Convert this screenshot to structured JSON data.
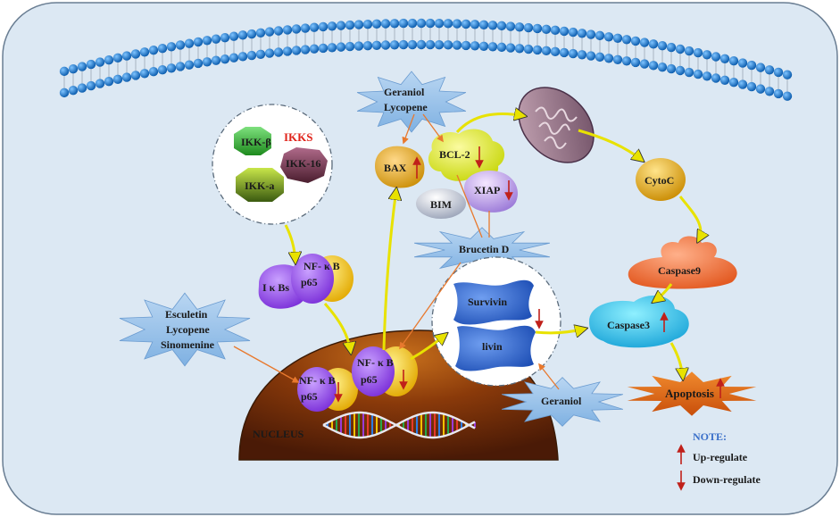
{
  "labels": {
    "ikks": "IKKS",
    "ikk_beta": "IKK-β",
    "ikk_16": "IKK-16",
    "ikk_a": "IKK-a",
    "geraniol_lycopene_top_1": "Geraniol",
    "geraniol_lycopene_top_2": "Lycopene",
    "bax": "BAX",
    "bcl2": "BCL-2",
    "bim": "BIM",
    "xiap": "XIAP",
    "cytoc": "CytoC",
    "caspase9": "Caspase9",
    "caspase3": "Caspase3",
    "apoptosis": "Apoptosis",
    "brucetin_d": "Brucetin D",
    "survivin": "Survivin",
    "livin": "livin",
    "ikbs": "I κ Bs",
    "nfkb_cyto_1": "NF- κ B",
    "nfkb_cyto_2": "p65",
    "nfkb_nuc1_1": "NF- κ B",
    "nfkb_nuc1_2": "p65",
    "nfkb_nuc2_1": "NF- κ B",
    "nfkb_nuc2_2": "p65",
    "esculetin_1": "Esculetin",
    "esculetin_2": "Lycopene",
    "esculetin_3": "Sinomenine",
    "geraniol_bottom": "Geraniol",
    "nucleus": "NUCLEUS"
  },
  "legend": {
    "title": "NOTE:",
    "up": "Up-regulate",
    "down": "Down-regulate"
  },
  "colors": {
    "background": "#dce8f3",
    "bead": "#1f78c8",
    "arrow_yellow": "#e8e200",
    "arrow_orange": "#e8792e",
    "arrow_red": "#c0201a",
    "note_blue": "#3a6fc9"
  }
}
